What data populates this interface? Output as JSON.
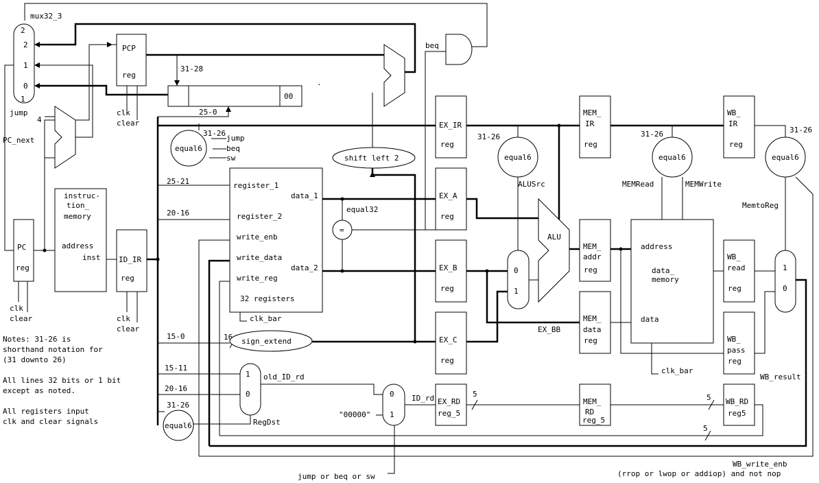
{
  "blocks": {
    "pc": {
      "name": "PC",
      "sub": "reg"
    },
    "pcp": {
      "name": "PCP",
      "sub": "reg"
    },
    "instruction_memory": {
      "line1": "instruc-",
      "line2": "tion_",
      "line3": "memory",
      "address": "address",
      "inst": "inst"
    },
    "id_ir": {
      "name": "ID_IR",
      "sub": "reg"
    },
    "register_file": {
      "reg1": "register_1",
      "reg2": "register_2",
      "write_enb": "write_enb",
      "write_data": "write_data",
      "write_reg": "write_reg",
      "data1": "data_1",
      "data2": "data_2",
      "title": "32 registers",
      "clk_bar": "clk_bar"
    },
    "ex_ir": {
      "name": "EX_IR",
      "sub": "reg"
    },
    "ex_a": {
      "name": "EX_A",
      "sub": "reg"
    },
    "ex_b": {
      "name": "EX_B",
      "sub": "reg"
    },
    "ex_c": {
      "name": "EX_C",
      "sub": "reg"
    },
    "ex_rd": {
      "name": "EX_RD",
      "sub": "reg_5"
    },
    "mem_ir": {
      "line1": "MEM_",
      "line2": "IR",
      "sub": "reg"
    },
    "mem_addr": {
      "line1": "MEM_",
      "line2": "addr",
      "sub": "reg"
    },
    "mem_data": {
      "line1": "MEM_",
      "line2": "data",
      "sub": "reg"
    },
    "mem_rd": {
      "line1": "MEM_",
      "line2": "RD",
      "sub": "reg_5"
    },
    "data_memory": {
      "address": "address",
      "line1": "data_",
      "line2": "memory",
      "data": "data",
      "clk_bar": "clk_bar"
    },
    "wb_ir": {
      "line1": "WB_",
      "line2": "IR",
      "sub": "reg"
    },
    "wb_read": {
      "line1": "WB_",
      "line2": "read",
      "sub": "reg"
    },
    "wb_pass": {
      "line1": "WB_",
      "line2": "pass",
      "sub": "reg"
    },
    "wb_rd": {
      "name": "WB_RD",
      "sub": "reg5"
    },
    "alu": {
      "name": "ALU"
    },
    "shift_left": {
      "name": "shift left 2"
    },
    "sign_extend": {
      "name": "sign_extend"
    },
    "comparator": {
      "symbol": "=",
      "label": "equal32"
    },
    "jump_reg": {
      "bits_hi": "31-28",
      "zeros": "00",
      "bits_lo": "25-0"
    }
  },
  "muxes": {
    "mux32_3": {
      "title": "mux32_3",
      "in2_top": "2",
      "in2": "2",
      "in1": "1",
      "in0": "0",
      "sel": "1",
      "sel_label": "jump"
    },
    "alu_src": {
      "in0": "0",
      "in1": "1",
      "label": "ALUSrc"
    },
    "reg_dst": {
      "in1": "1",
      "in0": "0",
      "label": "RegDst"
    },
    "id_rd": {
      "in0": "0",
      "in1": "1",
      "label": "ID_rd",
      "const": "\"00000\"",
      "sel_label": "jump or beq or sw"
    },
    "wb_mux": {
      "in1": "1",
      "in0": "0",
      "label": "MemtoReg"
    }
  },
  "equal6": {
    "name": "equal6",
    "id_stage": {
      "bits": "31-26",
      "out1": "jump",
      "out2": "beq",
      "out3": "sw"
    },
    "ex_stage": {
      "bits": "31-26"
    },
    "mem_stage": {
      "bits": "31-26",
      "out1": "MEMRead",
      "out2": "MEMWrite"
    },
    "wb_stage": {
      "bits": "31-26"
    },
    "rd_stage": {
      "bits": "31-26"
    }
  },
  "signals": {
    "pc_next": "PC_next",
    "four": "4",
    "beq": "beq",
    "bits_25_21": "25-21",
    "bits_20_16_a": "20-16",
    "bits_15_0": "15-0",
    "bits_15_11": "15-11",
    "bits_20_16_b": "20-16",
    "width_16": "16",
    "old_id_rd": "old_ID_rd",
    "ex_bb": "EX_BB",
    "wb_result": "WB_result",
    "wb_write_enb": "WB_write_enb",
    "wb_write_cond": "(rrop or lwop or addiop) and not nop",
    "width_5_a": "5",
    "width_5_b": "5",
    "width_5_c": "5",
    "clk": "clk",
    "clear": "clear",
    "dot": "."
  },
  "notes": [
    "Notes: 31-26 is",
    "shorthand notation for",
    "(31 downto 26)",
    "",
    "All lines 32 bits or 1 bit",
    "except as noted.",
    "",
    "All registers input",
    "clk and clear signals"
  ]
}
